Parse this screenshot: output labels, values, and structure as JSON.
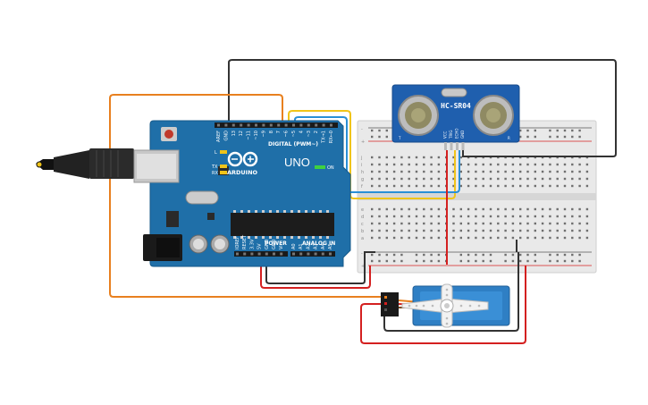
{
  "arduino": {
    "brand": "ARDUINO",
    "model": "UNO",
    "digital_label": "DIGITAL (PWM~)",
    "power_label": "POWER",
    "analog_label": "ANALOG IN",
    "on_label": "ON",
    "tx_label": "TX",
    "rx_label": "RX",
    "l_label": "L",
    "digital_pins": [
      "AREF",
      "GND",
      "13",
      "12",
      "~11",
      "~10",
      "~9",
      "8",
      "7",
      "~6",
      "~5",
      "4",
      "~3",
      "2",
      "TX→1",
      "RX←0"
    ],
    "power_pins": [
      "IOREF",
      "RESET",
      "3.3V",
      "5V",
      "GND",
      "GND",
      "Vin"
    ],
    "analog_pins": [
      "A0",
      "A1",
      "A2",
      "A3",
      "A4",
      "A5"
    ]
  },
  "sensor": {
    "name": "HC-SR04",
    "t_label": "T",
    "r_label": "R",
    "pins": [
      "VCC",
      "TRIG",
      "ECHO",
      "GND"
    ]
  },
  "breadboard": {
    "row_labels_top": [
      "j",
      "i",
      "h",
      "g",
      "f"
    ],
    "row_labels_bottom": [
      "e",
      "d",
      "c",
      "b",
      "a"
    ],
    "plus": "+",
    "minus": "-"
  },
  "colors": {
    "board": "#1f6fa8",
    "wire_orange": "#e8801f",
    "wire_black": "#333333",
    "wire_red": "#d42020",
    "wire_yellow": "#f0c419",
    "wire_blue": "#2a8fd6",
    "servo": "#2f7fc4"
  }
}
